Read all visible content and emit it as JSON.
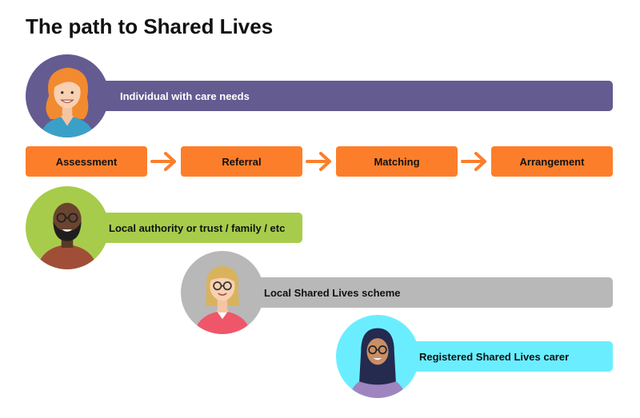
{
  "title": "The path to Shared Lives",
  "colors": {
    "purple": "#645b91",
    "orange": "#fd7e2a",
    "green": "#a7cc4b",
    "grey": "#b8b8b8",
    "cyan": "#6aeeff"
  },
  "roles": {
    "individual": "Individual with care needs",
    "local_authority": "Local authority or trust / family / etc",
    "scheme": "Local Shared Lives scheme",
    "carer": "Registered Shared Lives carer"
  },
  "steps": [
    "Assessment",
    "Referral",
    "Matching",
    "Arrangement"
  ],
  "icons": [
    "arrow-right-icon"
  ]
}
